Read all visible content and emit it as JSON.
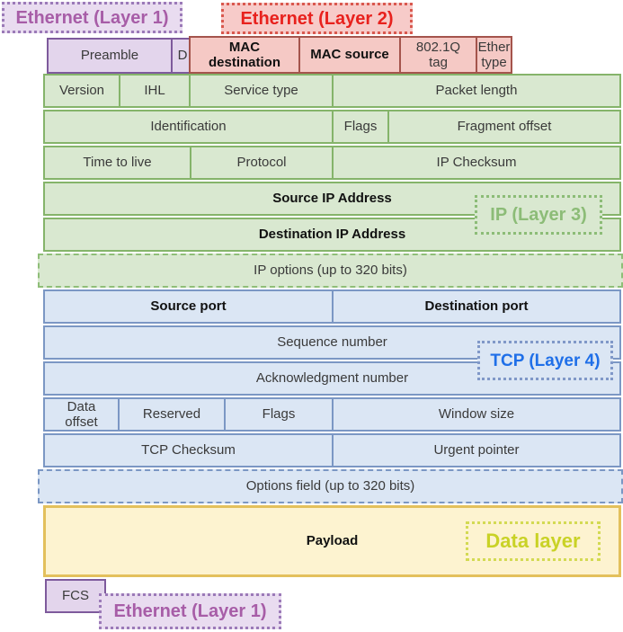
{
  "title_labels": {
    "ethernet_layer1_top": "Ethernet (Layer 1)",
    "ethernet_layer2": "Ethernet (Layer 2)",
    "ip_layer3": "IP (Layer 3)",
    "tcp_layer4": "TCP (Layer 4)",
    "data_layer": "Data layer",
    "ethernet_layer1_bottom": "Ethernet (Layer 1)"
  },
  "ethernet": {
    "preamble": "Preamble",
    "delimiter": "D",
    "mac_destination": "MAC destination",
    "mac_source": "MAC source",
    "vlan_tag": "802.1Q tag",
    "ether_type": "Ether type",
    "fcs": "FCS"
  },
  "ip": {
    "version": "Version",
    "ihl": "IHL",
    "service_type": "Service type",
    "packet_length": "Packet length",
    "identification": "Identification",
    "flags": "Flags",
    "fragment_offset": "Fragment offset",
    "time_to_live": "Time to live",
    "protocol": "Protocol",
    "checksum": "IP Checksum",
    "source_ip": "Source IP Address",
    "destination_ip": "Destination IP Address",
    "options": "IP options (up to 320 bits)"
  },
  "tcp": {
    "source_port": "Source port",
    "destination_port": "Destination port",
    "sequence_number": "Sequence number",
    "ack_number": "Acknowledgment number",
    "data_offset": "Data offset",
    "reserved": "Reserved",
    "flags": "Flags",
    "window_size": "Window size",
    "checksum": "TCP Checksum",
    "urgent_pointer": "Urgent pointer",
    "options": "Options field (up to 320 bits)"
  },
  "payload": "Payload",
  "colors": {
    "purple_fill": "#e3d5ec",
    "purple_border": "#7e5a9c",
    "purple_label_text": "#a75da7",
    "red_fill": "#f5c9c5",
    "red_border": "#a4544c",
    "red_label_text": "#e8211d",
    "green_fill": "#d9e8d0",
    "green_border": "#85b46a",
    "green_label_text": "#8cbc77",
    "blue_fill": "#dbe6f4",
    "blue_border": "#7b97c4",
    "blue_label_text": "#1f6fe8",
    "yellow_fill": "#fdf3d0",
    "yellow_border": "#e3c05c",
    "yellow_label_text": "#c9d226"
  }
}
